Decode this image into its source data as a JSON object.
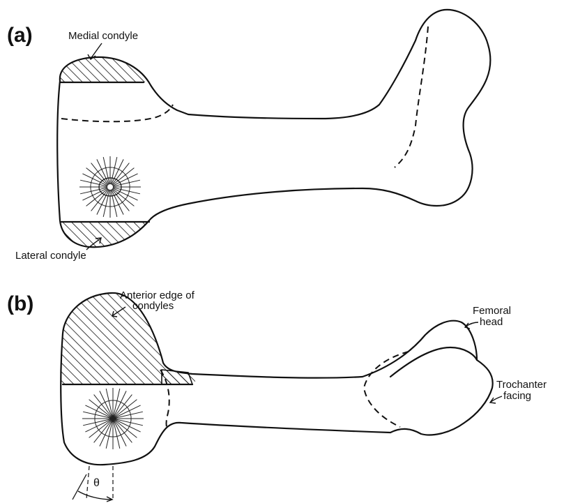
{
  "panel_a": {
    "tag": "(a)",
    "medial_condyle": "Medial condyle",
    "lateral_condyle": "Lateral condyle"
  },
  "panel_b": {
    "tag": "(b)",
    "anterior_edge_line1": "Anterior edge of",
    "anterior_edge_line2": "condyles",
    "femoral_line1": "Femoral",
    "femoral_line2": "head",
    "trochanter_line1": "Trochanter",
    "trochanter_line2": "facing",
    "angle_symbol": "θ"
  }
}
